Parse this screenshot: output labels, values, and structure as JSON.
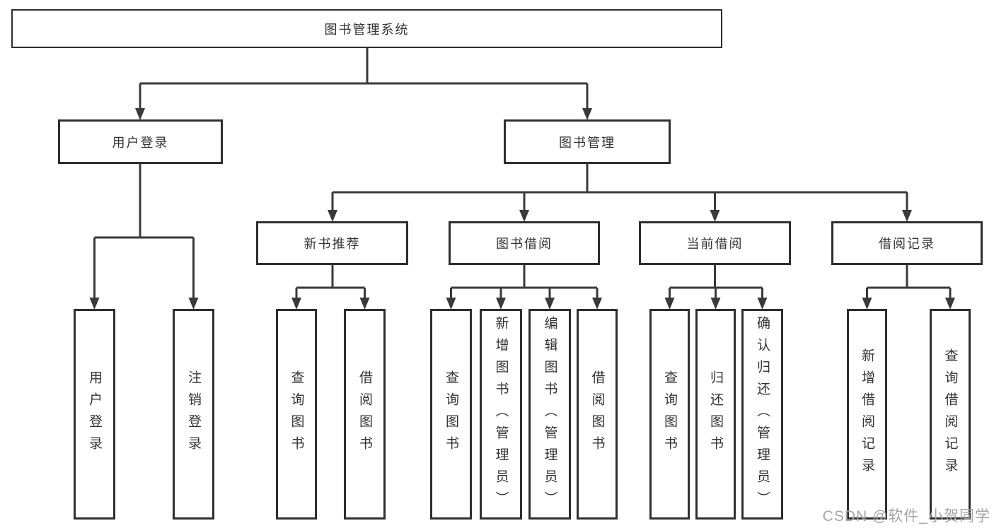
{
  "title": "图书管理系统",
  "watermark": "CSDN @软件_小贺同学",
  "colors": {
    "line": "#3a3a3a",
    "text": "#333333",
    "watermark": "#a5a5a5",
    "background": "#ffffff"
  },
  "tree": {
    "label": "图书管理系统",
    "children": [
      {
        "label": "用户登录",
        "children": [
          {
            "label": "用户登录"
          },
          {
            "label": "注销登录"
          }
        ]
      },
      {
        "label": "图书管理",
        "children": [
          {
            "label": "新书推荐",
            "children": [
              {
                "label": "查询图书"
              },
              {
                "label": "借阅图书"
              }
            ]
          },
          {
            "label": "图书借阅",
            "children": [
              {
                "label": "查询图书"
              },
              {
                "label": "新增图书（管理员）"
              },
              {
                "label": "编辑图书（管理员）"
              },
              {
                "label": "借阅图书"
              }
            ]
          },
          {
            "label": "当前借阅",
            "children": [
              {
                "label": "查询图书"
              },
              {
                "label": "归还图书"
              },
              {
                "label": "确认归还（管理员）"
              }
            ]
          },
          {
            "label": "借阅记录",
            "children": [
              {
                "label": "新增借阅记录"
              },
              {
                "label": "查询借阅记录"
              }
            ]
          }
        ]
      }
    ]
  }
}
